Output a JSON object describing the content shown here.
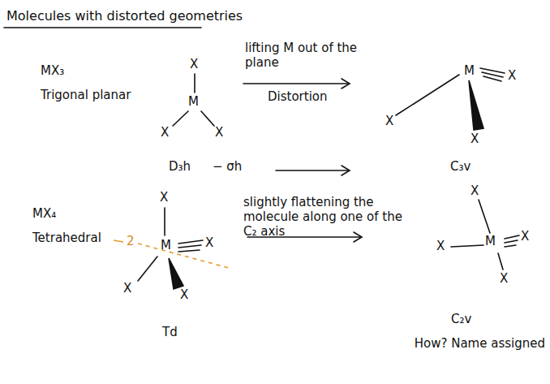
{
  "diagram": {
    "title": "Molecules with distorted geometries",
    "labels": [
      "MX₃",
      "Trigonal planar",
      "X",
      "M",
      "X",
      "X",
      "lifting M out of the plane",
      "Distortion",
      "M",
      "X",
      "X",
      "X",
      "D₃h",
      "− σh",
      "C₃v",
      "MX₄",
      "Tetrahedral",
      "X",
      "M",
      "X",
      "X",
      "X",
      "2",
      "Td",
      "slightly flattening the molecule along one of the C₂ axis",
      "X",
      "M",
      "X",
      "X",
      "X",
      "C₂v",
      "How? Name assigned"
    ]
  }
}
